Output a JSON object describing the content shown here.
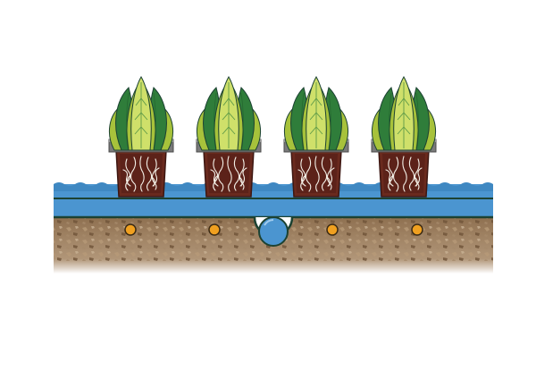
{
  "scene": {
    "plant_count": 4,
    "drain_holes": 4,
    "central_pipe": 1,
    "colors": {
      "background": "#ffffff",
      "water": "#4b95d0",
      "water_dark": "#2f6f9f",
      "outline": "#1c4232",
      "soil": "#8c6d4d",
      "pot_rim": "#7a7a7a",
      "pot_body": "#6a2a1e",
      "pot_soil": "#5c2219",
      "roots": "#f3efe6",
      "leaf_dark": "#2f7d3a",
      "leaf_mid": "#a7c23b",
      "leaf_light": "#cfe06a",
      "hole": "#f0a020",
      "pipe": "#4b95d0"
    }
  }
}
